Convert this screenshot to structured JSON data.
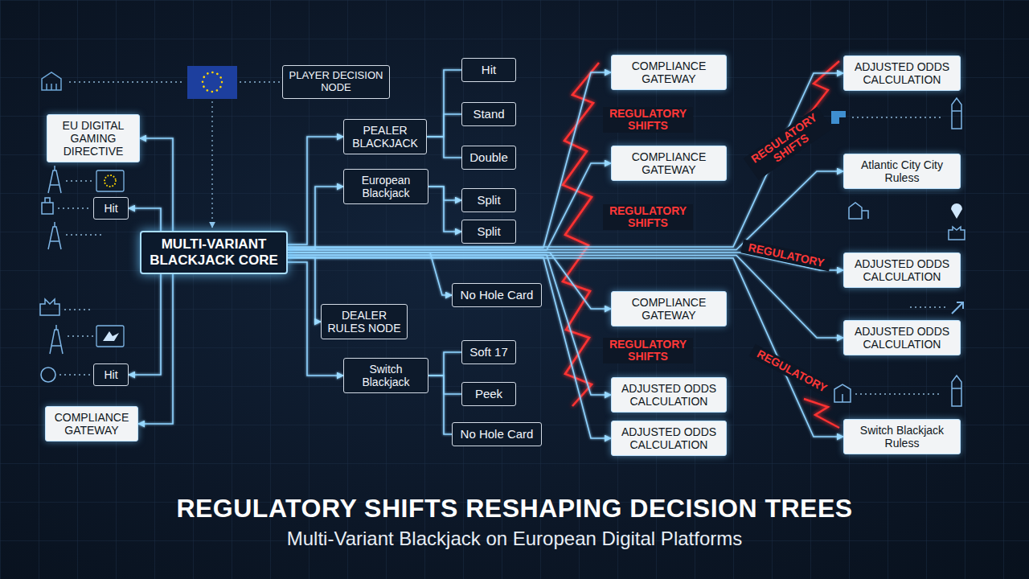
{
  "diagram": {
    "title": "REGULATORY SHIFTS RESHAPING DECISION TREES",
    "caption": "Multi-Variant Blackjack on European Digital Platforms",
    "nodes": [
      {
        "text": [
          "EU DIGITAL GAMING DIRECTIVE"
        ]
      },
      {
        "text": [
          "Hit"
        ]
      },
      {
        "text": [
          "MULTI-VARIANT BLACKJACK CORE"
        ]
      },
      {
        "text": [
          "Hit"
        ]
      },
      {
        "text": [
          "COMPLIANCE GATEWAY"
        ]
      },
      {
        "text": [
          "PLAYER DECISION NODE"
        ]
      },
      {
        "text": [
          "PEALER BLACKJACK"
        ]
      },
      {
        "text": [
          "European Blackjack"
        ]
      },
      {
        "text": [
          "DEALER RULES NODE"
        ]
      },
      {
        "text": [
          "Switch Blackjack"
        ]
      },
      {
        "text": [
          "Hit"
        ]
      },
      {
        "text": [
          "Stand"
        ]
      },
      {
        "text": [
          "Double"
        ]
      },
      {
        "text": [
          "Split"
        ]
      },
      {
        "text": [
          "Split"
        ]
      },
      {
        "text": [
          "No Hole Card"
        ]
      },
      {
        "text": [
          "Soft 17"
        ]
      },
      {
        "text": [
          "Peek"
        ]
      },
      {
        "text": [
          "No Hole Card"
        ]
      },
      {
        "text": [
          "COMPLIANCE GATEWAY"
        ]
      },
      {
        "text": [
          "COMPLIANCE GATEWAY"
        ]
      },
      {
        "text": [
          "COMPLIANCE GATEWAY"
        ]
      },
      {
        "text": [
          "ADJUSTED ODDS CALCULATION"
        ]
      },
      {
        "text": [
          "ADJUSTED ODDS CALCULATION"
        ]
      },
      {
        "text": [
          "ADJUSTED ODDS CALCULATION"
        ]
      },
      {
        "text": [
          "Atlantic City City Ruless"
        ]
      },
      {
        "text": [
          "ADJUSTED ODDS CALCULATION"
        ]
      },
      {
        "text": [
          "ADJUSTED ODDS CALCULATION"
        ]
      },
      {
        "text": [
          "Switch Blackjack Ruless"
        ]
      }
    ],
    "edges": [
      {
        "from": 2,
        "to": 0,
        "arrow": "to"
      },
      {
        "from": 2,
        "to": 1,
        "arrow": "to"
      },
      {
        "from": 2,
        "to": 3,
        "arrow": "to"
      },
      {
        "from": 2,
        "to": 4,
        "arrow": "to"
      },
      {
        "from": 2,
        "to": 6,
        "arrow": "to"
      },
      {
        "from": 2,
        "to": 7,
        "arrow": "to"
      },
      {
        "from": 2,
        "to": 8,
        "arrow": "to"
      },
      {
        "from": 2,
        "to": 9,
        "arrow": "to"
      },
      {
        "from": 6,
        "to": 10,
        "arrow": "none"
      },
      {
        "from": 6,
        "to": 11,
        "arrow": "none"
      },
      {
        "from": 6,
        "to": 12,
        "arrow": "none"
      },
      {
        "from": 7,
        "to": 13,
        "arrow": "to"
      },
      {
        "from": 7,
        "to": 14,
        "arrow": "to"
      },
      {
        "from": 2,
        "to": 15,
        "arrow": "to"
      },
      {
        "from": 9,
        "to": 16,
        "arrow": "none"
      },
      {
        "from": 9,
        "to": 17,
        "arrow": "none"
      },
      {
        "from": 9,
        "to": 18,
        "arrow": "none"
      },
      {
        "from": 2,
        "to": 19,
        "arrow": "to"
      },
      {
        "from": 2,
        "to": 20,
        "arrow": "to"
      },
      {
        "from": 2,
        "to": 21,
        "arrow": "to"
      },
      {
        "from": 2,
        "to": 22,
        "arrow": "to"
      },
      {
        "from": 2,
        "to": 23,
        "arrow": "to"
      },
      {
        "from": 2,
        "to": 24,
        "arrow": "to"
      },
      {
        "from": 2,
        "to": 25,
        "arrow": "to"
      },
      {
        "from": 2,
        "to": 26,
        "arrow": "to"
      },
      {
        "from": 2,
        "to": 27,
        "arrow": "to"
      },
      {
        "from": 2,
        "to": 28,
        "arrow": "to"
      }
    ],
    "labels": [
      "REGULATORY SHIFTS",
      "REGULATORY SHIFTS",
      "REGULATORY SHIFTS",
      "REGULATORY SHIFTS",
      "REGULATORY",
      "REGULATORY"
    ]
  }
}
